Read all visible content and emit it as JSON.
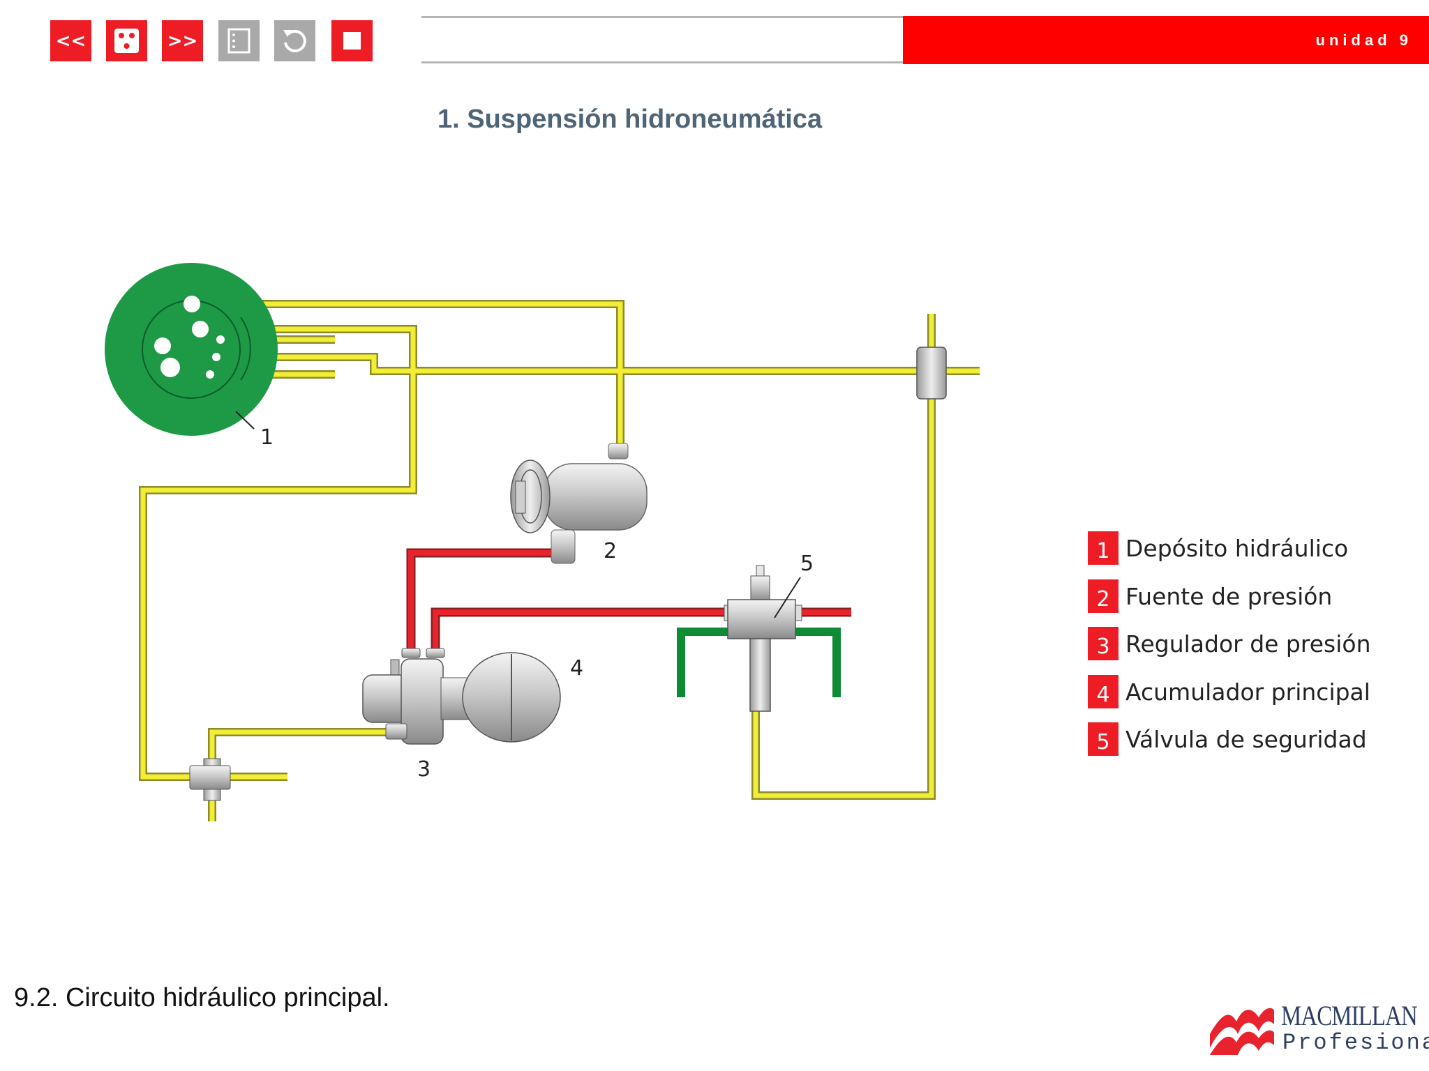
{
  "toolbar": {
    "buttons": [
      {
        "label": "<<",
        "icon": "previous-icon"
      },
      {
        "label": "",
        "icon": "dice-icon"
      },
      {
        "label": ">>",
        "icon": "next-icon"
      },
      {
        "label": "",
        "icon": "index-icon"
      },
      {
        "label": "",
        "icon": "back-arrow-icon"
      },
      {
        "label": "",
        "icon": "stop-icon"
      }
    ]
  },
  "header": {
    "unit": "unidad 9"
  },
  "page": {
    "title": "1. Suspensión hidroneumática",
    "caption": "9.2. Circuito hidráulico principal."
  },
  "diagram": {
    "callouts": [
      "1",
      "2",
      "3",
      "4",
      "5"
    ],
    "colors": {
      "pipe_yellow": "#f2ee36",
      "pipe_red": "#e8232e",
      "pipe_green": "#0f8a35",
      "reservoir": "#1e9a46"
    }
  },
  "legend": {
    "items": [
      {
        "num": "1",
        "text": "Depósito hidráulico"
      },
      {
        "num": "2",
        "text": "Fuente de presión"
      },
      {
        "num": "3",
        "text": "Regulador de presión"
      },
      {
        "num": "4",
        "text": "Acumulador principal"
      },
      {
        "num": "5",
        "text": "Válvula de seguridad"
      }
    ]
  },
  "logo": {
    "name": "MACMILLAN",
    "sub": "Profesional"
  },
  "colors": {
    "accent": "#ee1c25",
    "header_red": "#ff0000",
    "title": "#4f6577"
  }
}
